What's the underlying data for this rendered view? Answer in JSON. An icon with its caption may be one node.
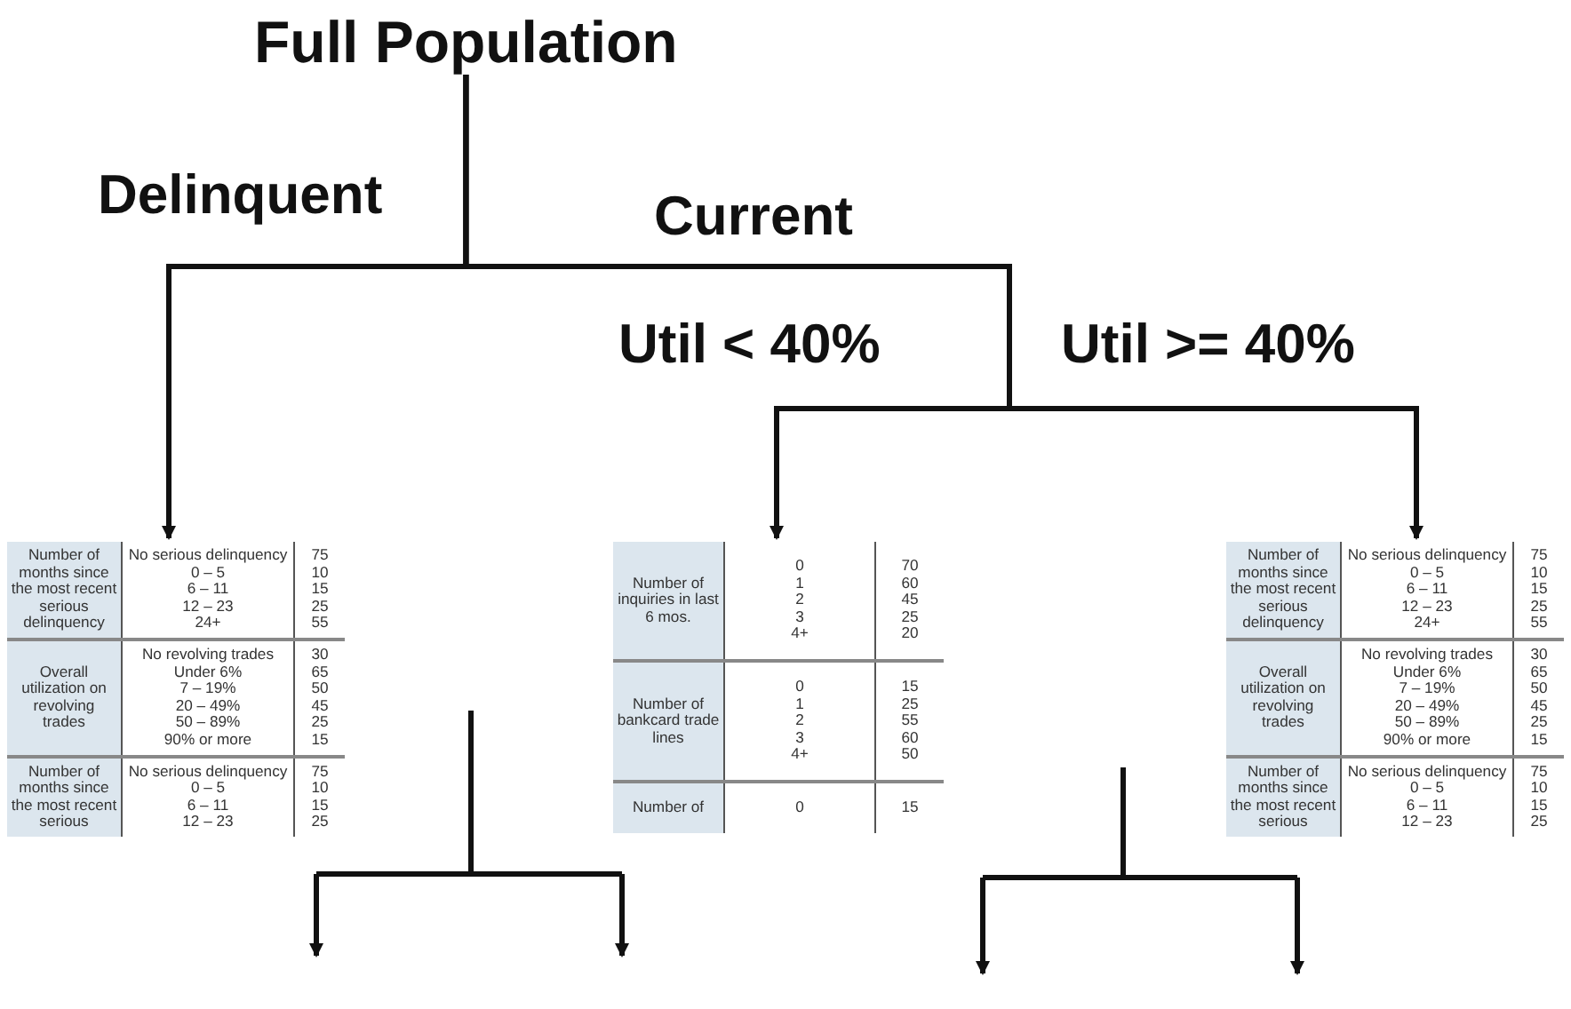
{
  "diagram": {
    "nodes": [
      {
        "text": [
          "Full Population"
        ]
      },
      {
        "text": [
          "Number of months since the most recent serious delinquency",
          "No serious delinquency",
          "0 – 5",
          "6 – 11",
          "12 – 23",
          "24+",
          "75",
          "10",
          "15",
          "25",
          "55",
          "Overall utilization on revolving trades",
          "No revolving trades",
          "Under 6%",
          "7 – 19%",
          "20 – 49%",
          "50 – 89%",
          "90% or more",
          "30",
          "65",
          "50",
          "45",
          "25",
          "15",
          "Number of months since the most recent serious",
          "No serious delinquency",
          "0 – 5",
          "6 – 11",
          "12 – 23",
          "75",
          "10",
          "15",
          "25"
        ]
      },
      {
        "text": [
          "Number of inquiries in last 6 mos.",
          "0",
          "1",
          "2",
          "3",
          "4+",
          "70",
          "60",
          "45",
          "25",
          "20",
          "Number of bankcard trade lines",
          "0",
          "1",
          "2",
          "3",
          "4+",
          "15",
          "25",
          "55",
          "60",
          "50",
          "Number of",
          "0",
          "15"
        ]
      },
      {
        "text": [
          "Number of months since the most recent serious delinquency",
          "No serious delinquency",
          "0 – 5",
          "6 – 11",
          "12 – 23",
          "24+",
          "75",
          "10",
          "15",
          "25",
          "55",
          "Overall utilization on revolving trades",
          "No revolving trades",
          "Under 6%",
          "7 – 19%",
          "20 – 49%",
          "50 – 89%",
          "90% or more",
          "30",
          "65",
          "50",
          "45",
          "25",
          "15",
          "Number of months since the most recent serious",
          "No serious delinquency",
          "0 – 5",
          "6 – 11",
          "12 – 23",
          "75",
          "10",
          "15",
          "25"
        ]
      }
    ],
    "edges": [
      {
        "from": 0,
        "to": 1,
        "arrow": "to",
        "label": "Delinquent"
      },
      {
        "from": 0,
        "to": 2,
        "arrow": "to",
        "label": "Util < 40%"
      },
      {
        "from": 0,
        "to": 3,
        "arrow": "to",
        "label": "Util >= 40%"
      }
    ],
    "labels": [
      "Current"
    ]
  }
}
